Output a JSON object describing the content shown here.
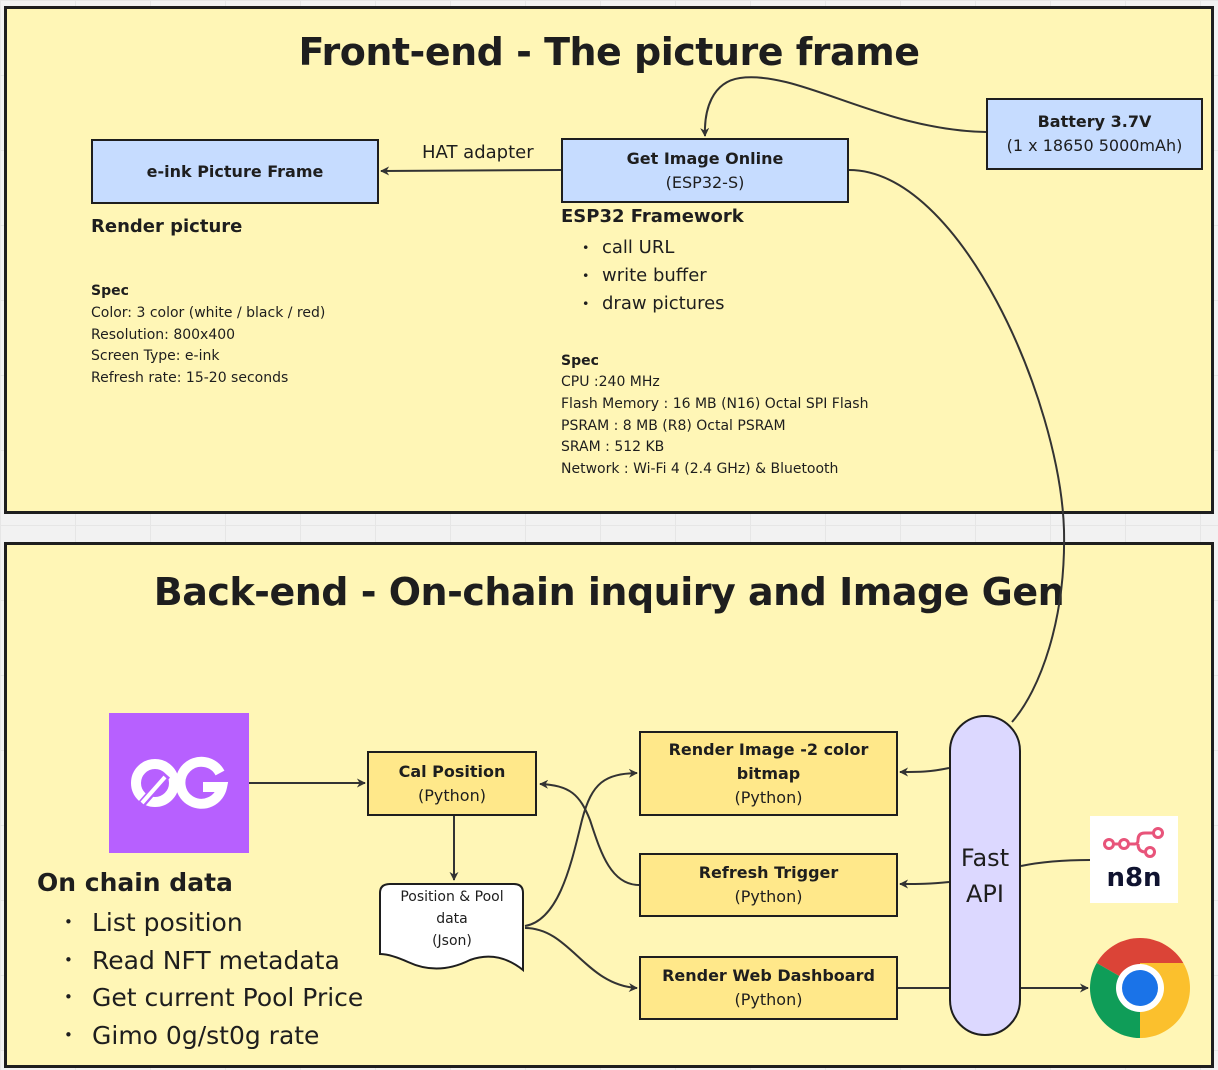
{
  "frontend": {
    "title": "Front-end - The picture frame",
    "eink_node": {
      "label": "e-ink Picture Frame"
    },
    "hat_label": "HAT adapter",
    "esp_node": {
      "label": "Get Image Online",
      "sub": "(ESP32-S)"
    },
    "battery_node": {
      "label": "Battery 3.7V",
      "sub": "(1 x 18650 5000mAh)"
    },
    "render_heading": "Render picture",
    "eink_spec": {
      "heading": "Spec",
      "lines": [
        "Color: 3 color (white / black / red)",
        "Resolution: 800x400",
        "Screen Type: e-ink",
        "Refresh rate: 15-20 seconds"
      ]
    },
    "esp_framework": {
      "heading": "ESP32 Framework",
      "items": [
        "call URL",
        "write buffer",
        "draw pictures"
      ]
    },
    "esp_spec": {
      "heading": "Spec",
      "lines": [
        "CPU :240 MHz",
        "Flash Memory : 16 MB (N16) Octal SPI Flash",
        "PSRAM : 8 MB (R8) Octal PSRAM",
        "SRAM  : 512 KB",
        "Network : Wi-Fi 4 (2.4 GHz) & Bluetooth"
      ]
    }
  },
  "backend": {
    "title": "Back-end - On-chain inquiry and Image Gen",
    "og_logo": {
      "text": "0G"
    },
    "cal_node": {
      "label": "Cal Position",
      "sub": "(Python)"
    },
    "doc_node": {
      "lines": [
        "Position & Pool",
        "data",
        "(Json)"
      ]
    },
    "render_image_node": {
      "label": "Render Image -2 color bitmap",
      "sub": "(Python)"
    },
    "refresh_node": {
      "label": "Refresh Trigger",
      "sub": "(Python)"
    },
    "dashboard_node": {
      "label": "Render Web Dashboard",
      "sub": "(Python)"
    },
    "fastapi": {
      "line1": "Fast",
      "line2": "API"
    },
    "n8n_logo": {
      "text": "n8n"
    },
    "chrome_logo": {
      "name": "Chrome"
    },
    "on_chain": {
      "heading": "On chain data",
      "items": [
        "List position",
        "Read NFT metadata",
        "Get current Pool Price",
        "Gimo 0g/st0g rate"
      ]
    }
  },
  "colors": {
    "frame_bg": "#fff6b6",
    "blue_node": "#c6dcff",
    "yellow_node": "#ffe88a",
    "fastapi_pill": "#dcd8ff",
    "og_purple": "#b760ff",
    "n8n_pink": "#e8547a",
    "n8n_dark": "#101330"
  }
}
